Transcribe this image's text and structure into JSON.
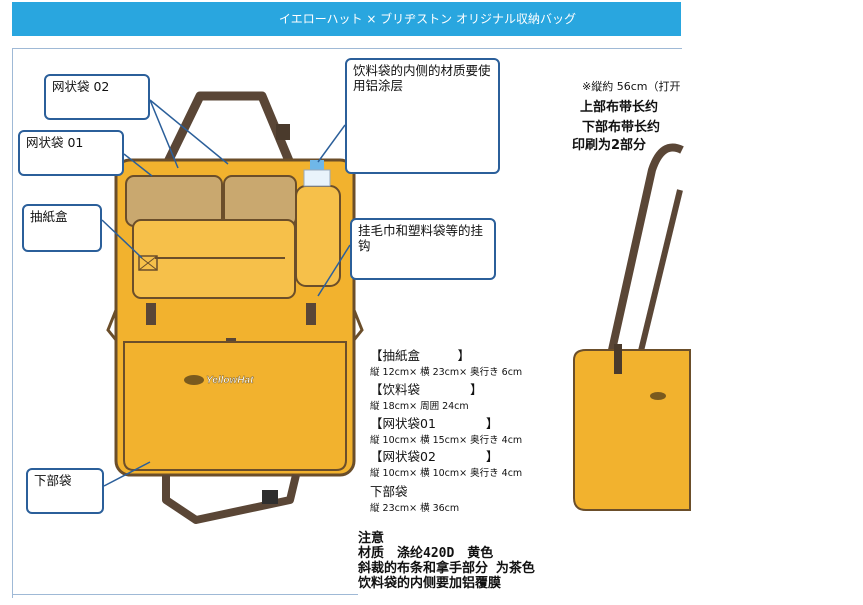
{
  "header": {
    "title": "イエローハット × ブリヂストン オリジナル収納バッグ"
  },
  "callouts": {
    "mesh02": "网状袋 02",
    "mesh01": "网状袋 01",
    "tissue": "抽紙盒",
    "drink_inner": "饮料袋的内侧的材质要使用铝涂层",
    "hook": "挂毛巾和塑料袋等的挂钩",
    "lower": "下部袋"
  },
  "brand": {
    "logo_text": "YellowHat",
    "bag_color": "#f2b22e",
    "strap_color": "#5a4636",
    "accent": "#2b5f9a"
  },
  "specs": [
    {
      "title": "【抽紙盒　　　】",
      "size": "縦 12cm× 横 23cm× 奥行き 6cm"
    },
    {
      "title": "【饮料袋　　　　】",
      "size": "縦 18cm× 周囲 24cm"
    },
    {
      "title": "【网状袋01　　　　】",
      "size": "縦 10cm× 横 15cm× 奥行き 4cm"
    },
    {
      "title": "【网状袋02　　　　】",
      "size": "縦 10cm× 横 10cm× 奥行き 4cm"
    },
    {
      "title": "下部袋",
      "size": "縦 23cm× 横 36cm"
    }
  ],
  "notes": {
    "heading": "注意",
    "material": "材质　涤纶420D　黄色",
    "trim": "斜裁的布条和拿手部分 为茶色",
    "inner": "饮料袋的内侧要加铝覆膜"
  },
  "side_panel": {
    "size_note": "※縦約 56cm（打开",
    "upper": "上部布带长约",
    "lower": "下部布带长约",
    "print": "印刷为2部分"
  }
}
